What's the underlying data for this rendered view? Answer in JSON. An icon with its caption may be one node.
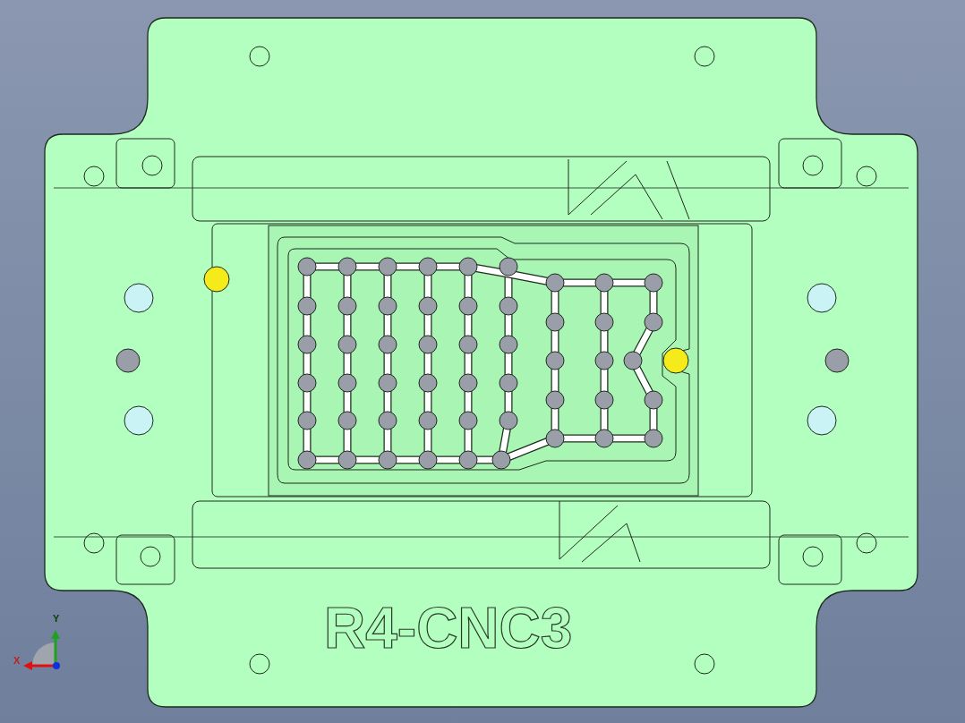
{
  "diagram": {
    "labels": [
      "Y",
      "R4-CNC3",
      "X"
    ]
  }
}
